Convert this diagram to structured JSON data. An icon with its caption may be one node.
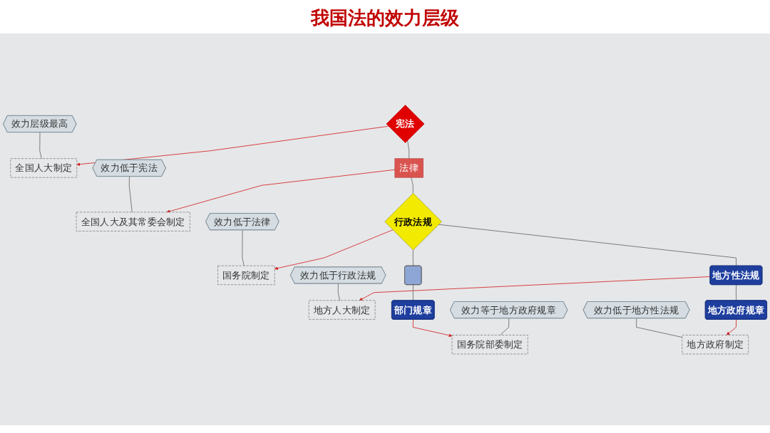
{
  "diagram": {
    "title": "我国法的效力层级",
    "nodes": [
      {
        "text": [
          "宪法"
        ]
      },
      {
        "text": [
          "全国人大制定"
        ]
      },
      {
        "text": [
          "效力层级最高"
        ]
      },
      {
        "text": [
          "法律"
        ]
      },
      {
        "text": [
          "全国人大及其常委会制定"
        ]
      },
      {
        "text": [
          "效力低于宪法"
        ]
      },
      {
        "text": [
          "行政法规"
        ]
      },
      {
        "text": [
          "国务院制定"
        ]
      },
      {
        "text": [
          "效力低于法律"
        ]
      },
      {
        "text": [],
        "shape": "box"
      },
      {
        "text": [
          "地方性法规"
        ]
      },
      {
        "text": [
          "地方人大制定"
        ]
      },
      {
        "text": [
          "效力低于行政法规"
        ]
      },
      {
        "text": [
          "效力等于地方政府规章"
        ]
      },
      {
        "text": [
          "国务院部委制定"
        ]
      },
      {
        "text": [
          "部门规章"
        ]
      },
      {
        "text": [
          "地方政府规章"
        ]
      },
      {
        "text": [
          "地方政府制定"
        ]
      },
      {
        "text": [
          "效力低于地方性法规"
        ]
      }
    ],
    "edges": [
      {
        "from": 0,
        "to": 1,
        "arrow": "to",
        "color": "#d42020"
      },
      {
        "from": 2,
        "to": 1,
        "arrow": "none"
      },
      {
        "from": 0,
        "to": 3,
        "arrow": "none"
      },
      {
        "from": 3,
        "to": 4,
        "arrow": "to",
        "color": "#d42020"
      },
      {
        "from": 5,
        "to": 4,
        "arrow": "none"
      },
      {
        "from": 3,
        "to": 6,
        "arrow": "none"
      },
      {
        "from": 6,
        "to": 7,
        "arrow": "to",
        "color": "#d42020"
      },
      {
        "from": 8,
        "to": 7,
        "arrow": "none"
      },
      {
        "from": 6,
        "to": 9,
        "arrow": "none"
      },
      {
        "from": 6,
        "to": 10,
        "arrow": "none"
      },
      {
        "from": 10,
        "to": 11,
        "arrow": "to",
        "color": "#d42020"
      },
      {
        "from": 12,
        "to": 11,
        "arrow": "none"
      },
      {
        "from": 13,
        "to": 14,
        "arrow": "none"
      },
      {
        "from": 9,
        "to": 15,
        "arrow": "none"
      },
      {
        "from": 15,
        "to": 14,
        "arrow": "to",
        "color": "#d42020"
      },
      {
        "from": 10,
        "to": 16,
        "arrow": "none"
      },
      {
        "from": 16,
        "to": 17,
        "arrow": "to",
        "color": "#d42020"
      },
      {
        "from": 18,
        "to": 17,
        "arrow": "none"
      }
    ]
  }
}
